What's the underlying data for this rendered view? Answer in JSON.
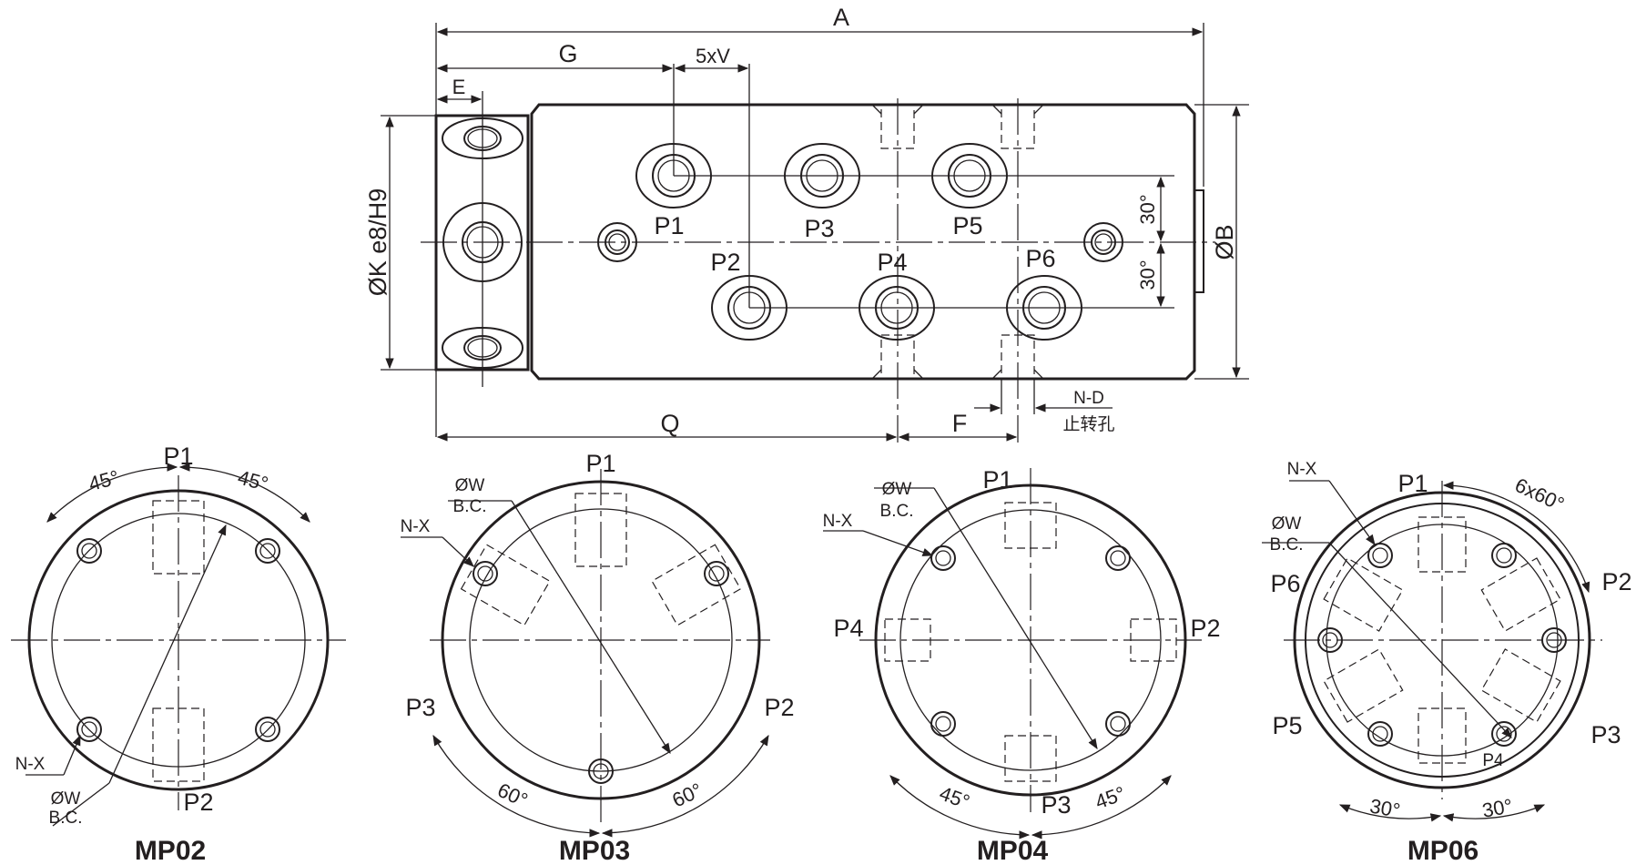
{
  "side_view": {
    "dims": {
      "A": "A",
      "G": "G",
      "V": "5xV",
      "E": "E",
      "K": "ØK e8/H9",
      "B": "ØB",
      "Q": "Q",
      "F": "F",
      "ND": "N-D",
      "ND_note": "止转孔",
      "ang1": "30°",
      "ang2": "30°"
    },
    "ports": [
      "P1",
      "P3",
      "P5",
      "P2",
      "P4",
      "P6"
    ]
  },
  "end_views": [
    {
      "title": "MP02",
      "ports": [
        "P1",
        "P2"
      ],
      "angles": [
        "45°",
        "45°"
      ],
      "nx": "N-X",
      "w": "ØW",
      "bc": "B.C."
    },
    {
      "title": "MP03",
      "ports": [
        "P1",
        "P2",
        "P3"
      ],
      "angles": [
        "60°",
        "60°"
      ],
      "nx": "N-X",
      "w": "ØW",
      "bc": "B.C."
    },
    {
      "title": "MP04",
      "ports": [
        "P1",
        "P2",
        "P3",
        "P4"
      ],
      "angles": [
        "45°",
        "45°"
      ],
      "nx": "N-X",
      "w": "ØW",
      "bc": "B.C."
    },
    {
      "title": "MP06",
      "ports": [
        "P1",
        "P2",
        "P3",
        "P4",
        "P5",
        "P6"
      ],
      "angles": [
        "6x60°",
        "30°",
        "30°"
      ],
      "nx": "N-X",
      "w": "ØW",
      "bc": "B.C."
    }
  ]
}
